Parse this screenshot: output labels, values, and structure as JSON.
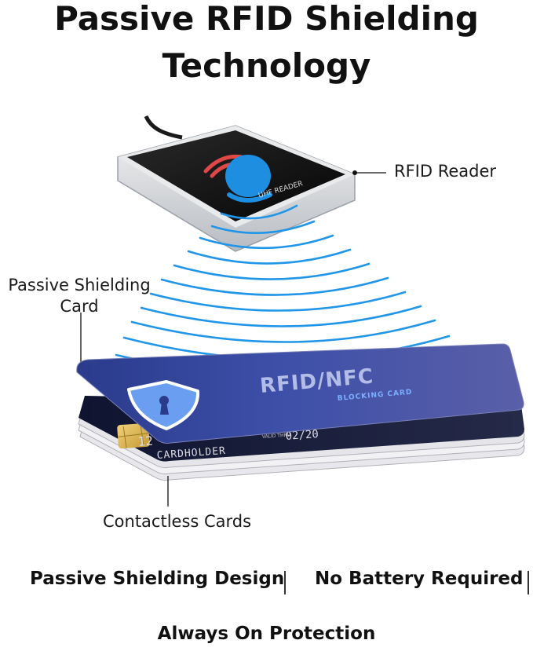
{
  "title": {
    "line1": "Passive RFID Shielding",
    "line2": "Technology"
  },
  "reader": {
    "label": "RFID Reader",
    "device_text": "UHF READER",
    "icon": "rfid-reader-device",
    "accent_blue": "#1e8fe0",
    "accent_red": "#e04848"
  },
  "shield_card": {
    "label_line1": "Passive Shielding",
    "label_line2": "Card",
    "card_title": "RFID/NFC",
    "card_subtitle": "BLOCKING CARD",
    "icon": "shield-lock-icon",
    "color": "#3a4a9a"
  },
  "contactless": {
    "label": "Contactless Cards",
    "card_number": "12",
    "valid_label": "VALID THRU",
    "expiry": "02/20",
    "holder": "CARDHOLDER"
  },
  "features": {
    "f1": "Passive Shielding Design",
    "f2": "No Battery Required",
    "f3": "Always On Protection"
  },
  "colors": {
    "wave": "#2196e8",
    "card_dark": "#1a1f3a"
  }
}
